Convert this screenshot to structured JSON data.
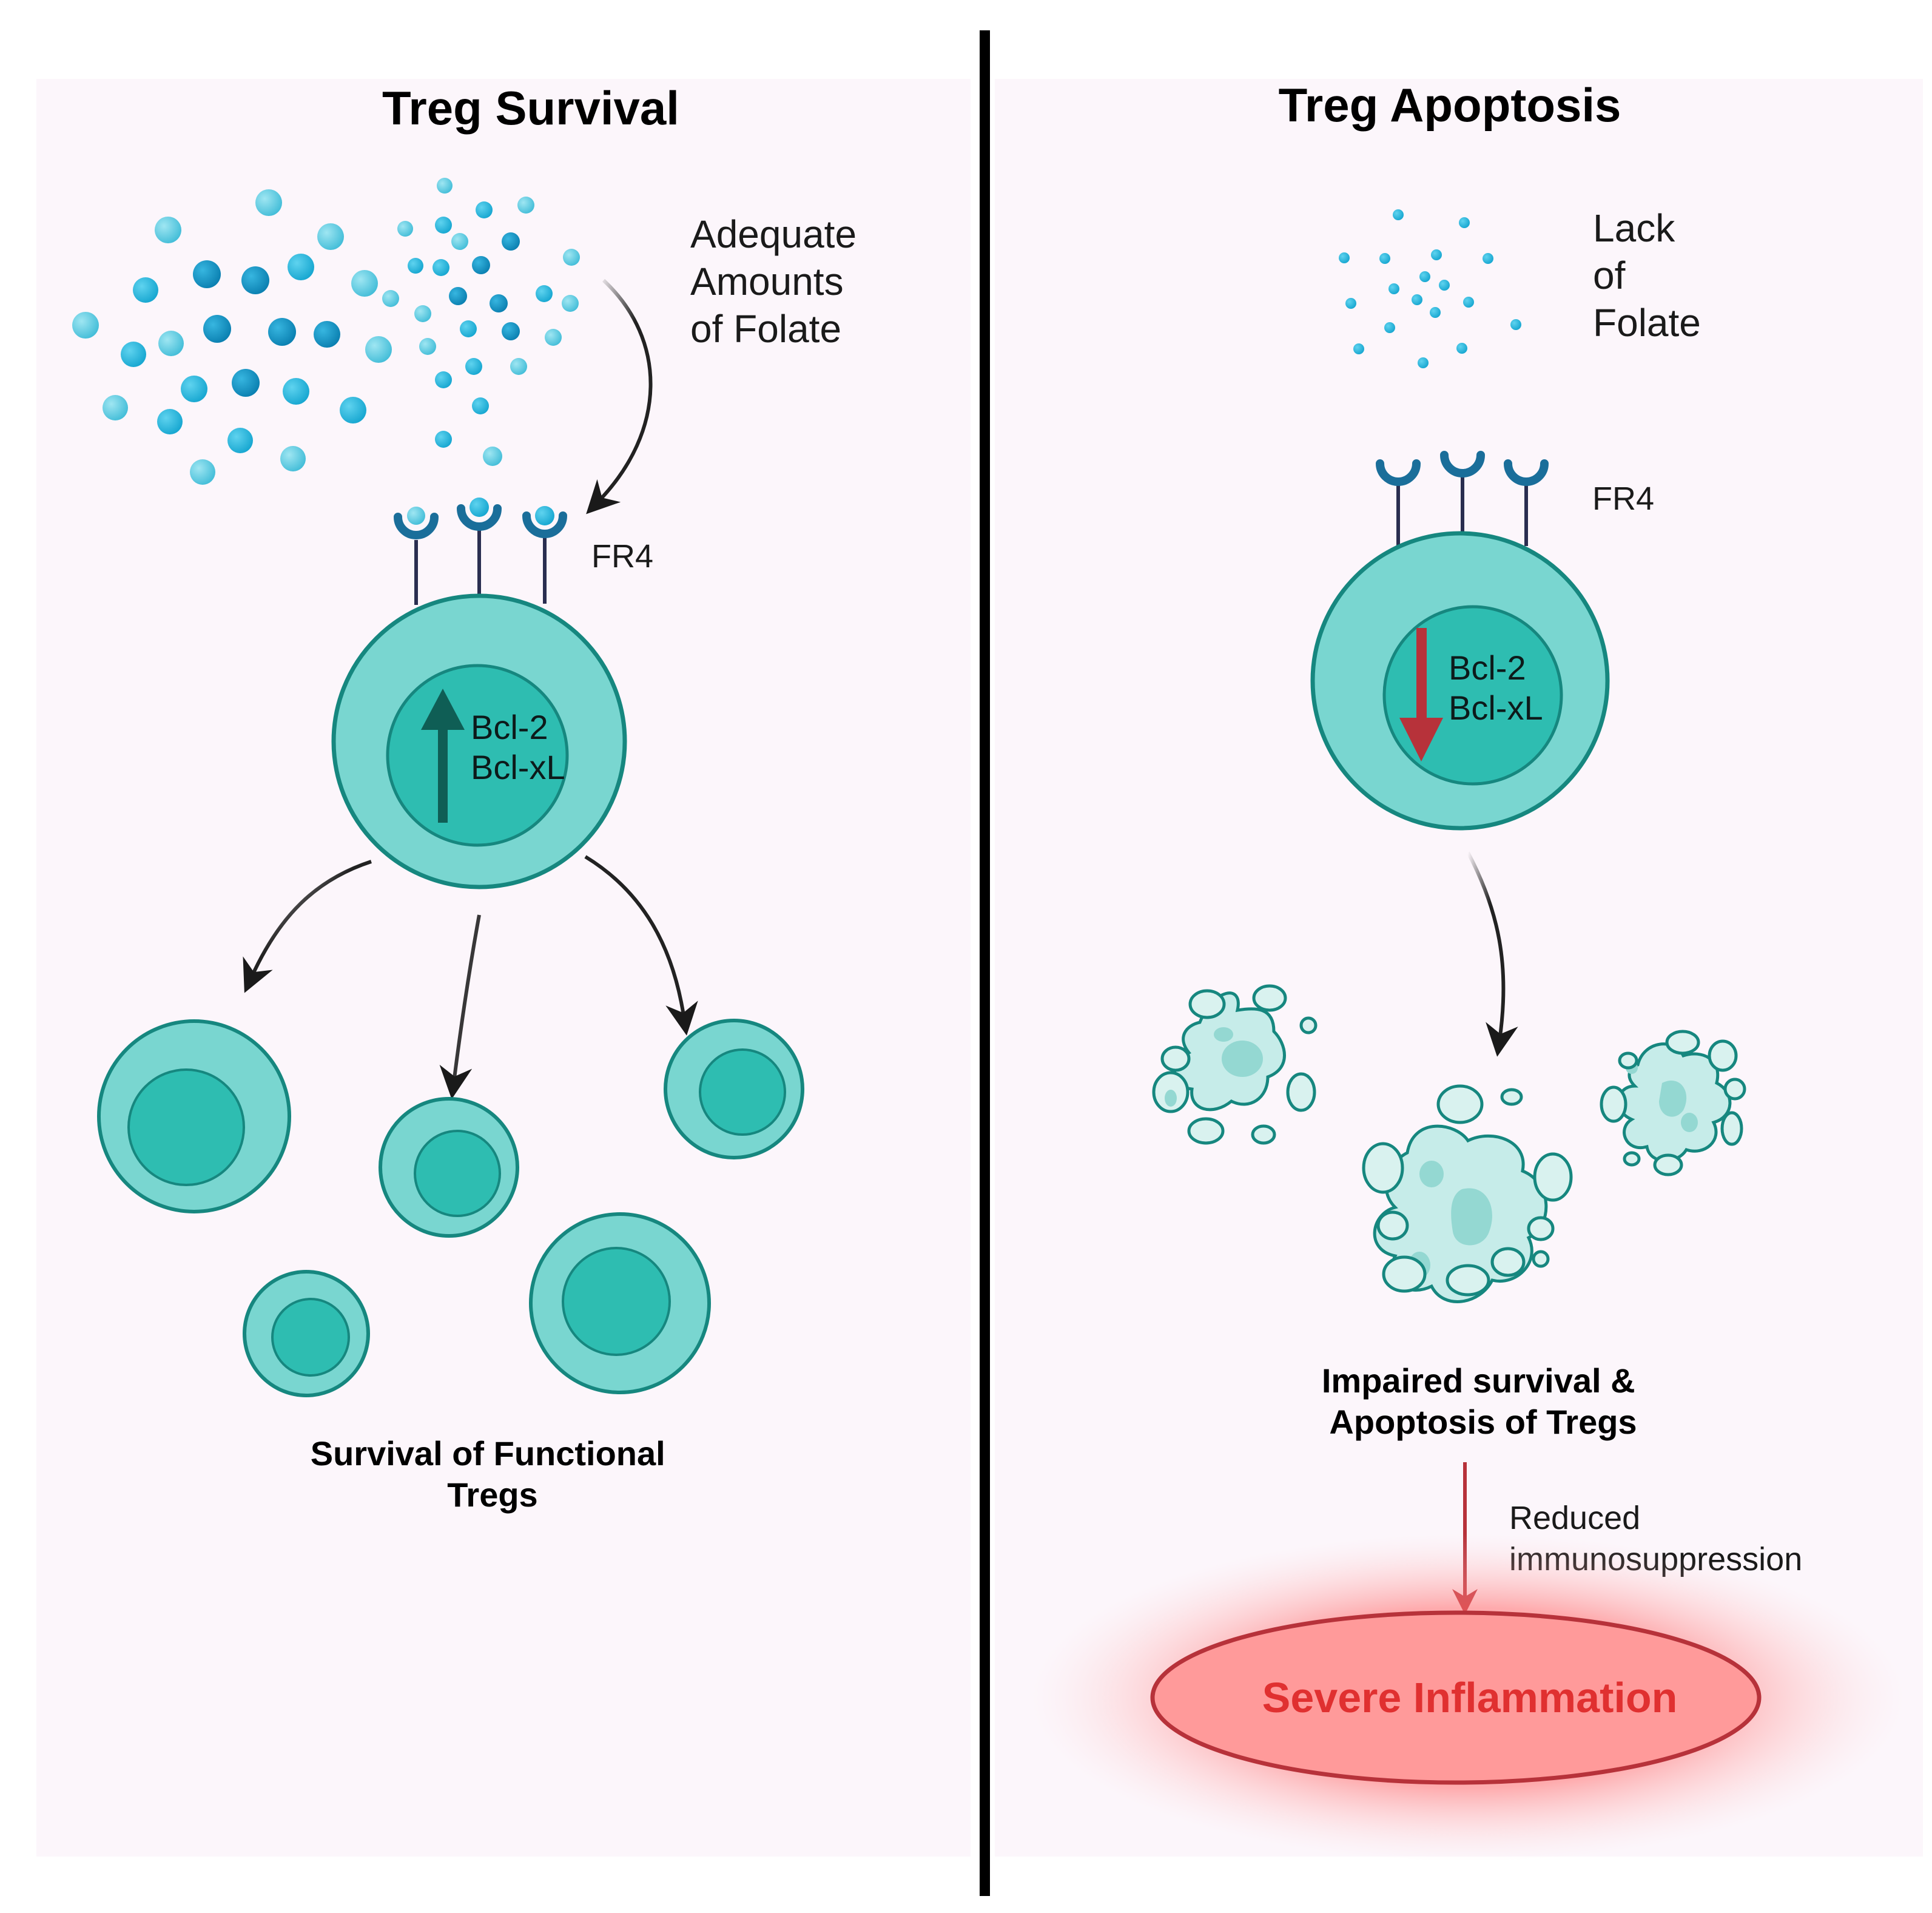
{
  "left_panel": {
    "title": "Treg Survival",
    "folate_label": [
      "Adequate",
      "Amounts",
      "of Folate"
    ],
    "receptor_label": "FR4",
    "nucleus_labels": [
      "Bcl-2",
      "Bcl-xL"
    ],
    "outcome_label": [
      "Survival of Functional",
      "Tregs"
    ]
  },
  "right_panel": {
    "title": "Treg Apoptosis",
    "folate_label": [
      "Lack",
      "of",
      "Folate"
    ],
    "receptor_label": "FR4",
    "nucleus_labels": [
      "Bcl-2",
      "Bcl-xL"
    ],
    "outcome_label": [
      "Impaired survival &",
      "Apoptosis of Tregs"
    ],
    "effect_label": [
      "Reduced",
      "immunosuppression"
    ],
    "result_label": "Severe Inflammation"
  },
  "colors": {
    "panel_bg": "#fcf6fb",
    "cell_fill": "#79d6d0",
    "cell_stroke": "#16877f",
    "nucleus_fill": "#2ebdb1",
    "up_arrow": "#0f5e55",
    "down_arrow": "#b7323a",
    "inflammation_fill": "#ff9a9a",
    "inflammation_text": "#e03030"
  }
}
